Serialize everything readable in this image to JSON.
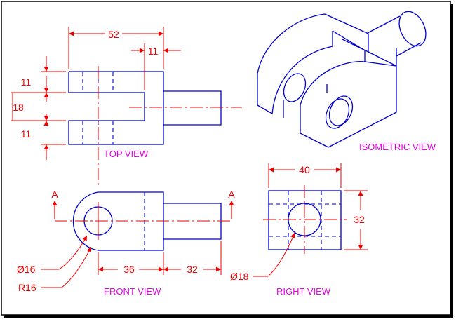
{
  "drawing": {
    "views": {
      "top": "TOP VIEW",
      "front": "FRONT VIEW",
      "right": "RIGHT VIEW",
      "isometric": "ISOMETRIC VIEW"
    },
    "dimensions": {
      "top_overall_width": "52",
      "top_slot_depth": "11",
      "top_upper_fork": "11",
      "top_slot_width": "18",
      "top_lower_fork": "11",
      "front_body_length": "36",
      "front_shaft_length": "32",
      "front_hole_diameter": "Ø16",
      "front_radius": "R16",
      "right_width": "40",
      "right_height": "32",
      "right_hole_diameter": "Ø18"
    },
    "section_marks": {
      "left": "A",
      "right": "A"
    },
    "colors": {
      "object_lines": "#0000cc",
      "dimension_lines": "#ee0000",
      "view_labels": "#e600e6"
    }
  }
}
